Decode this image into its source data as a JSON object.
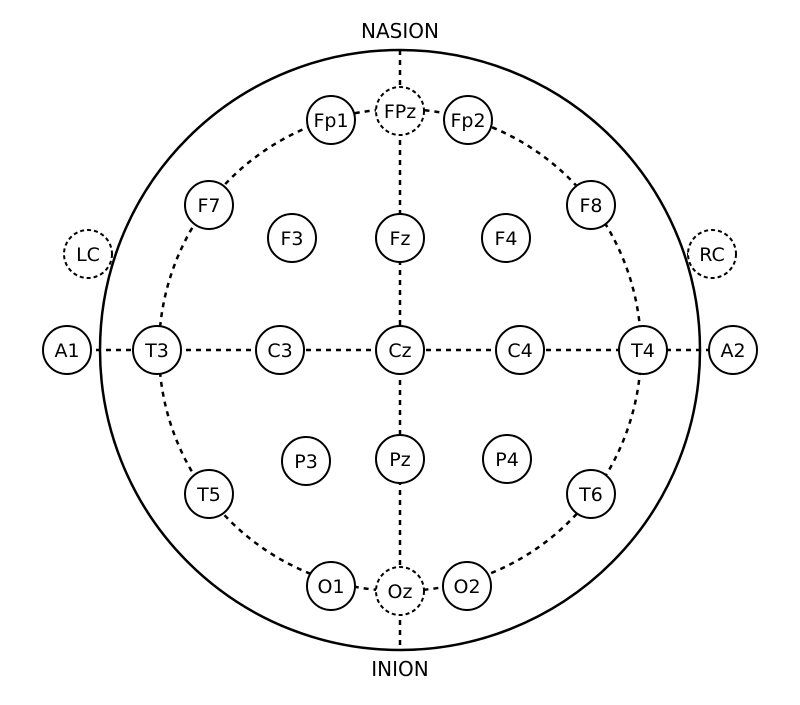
{
  "landmarks": {
    "top": "NASION",
    "bottom": "INION"
  },
  "electrodes": [
    {
      "id": "Fp1",
      "label": "Fp1",
      "style": "solid"
    },
    {
      "id": "FPz",
      "label": "FPz",
      "style": "dashed"
    },
    {
      "id": "Fp2",
      "label": "Fp2",
      "style": "solid"
    },
    {
      "id": "F7",
      "label": "F7",
      "style": "solid"
    },
    {
      "id": "F3",
      "label": "F3",
      "style": "solid"
    },
    {
      "id": "Fz",
      "label": "Fz",
      "style": "solid"
    },
    {
      "id": "F4",
      "label": "F4",
      "style": "solid"
    },
    {
      "id": "F8",
      "label": "F8",
      "style": "solid"
    },
    {
      "id": "LC",
      "label": "LC",
      "style": "dashed"
    },
    {
      "id": "RC",
      "label": "RC",
      "style": "dashed"
    },
    {
      "id": "A1",
      "label": "A1",
      "style": "solid"
    },
    {
      "id": "T3",
      "label": "T3",
      "style": "solid"
    },
    {
      "id": "C3",
      "label": "C3",
      "style": "solid"
    },
    {
      "id": "Cz",
      "label": "Cz",
      "style": "solid"
    },
    {
      "id": "C4",
      "label": "C4",
      "style": "solid"
    },
    {
      "id": "T4",
      "label": "T4",
      "style": "solid"
    },
    {
      "id": "A2",
      "label": "A2",
      "style": "solid"
    },
    {
      "id": "T5",
      "label": "T5",
      "style": "solid"
    },
    {
      "id": "P3",
      "label": "P3",
      "style": "solid"
    },
    {
      "id": "Pz",
      "label": "Pz",
      "style": "solid"
    },
    {
      "id": "P4",
      "label": "P4",
      "style": "solid"
    },
    {
      "id": "T6",
      "label": "T6",
      "style": "solid"
    },
    {
      "id": "O1",
      "label": "O1",
      "style": "solid"
    },
    {
      "id": "Oz",
      "label": "Oz",
      "style": "dashed"
    },
    {
      "id": "O2",
      "label": "O2",
      "style": "solid"
    }
  ]
}
